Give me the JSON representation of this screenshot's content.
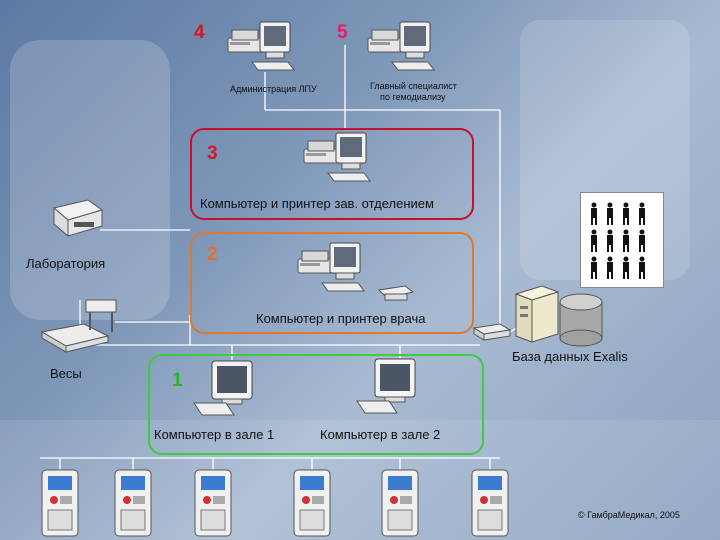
{
  "numbers": {
    "n1": "1",
    "n2": "2",
    "n3": "3",
    "n4": "4",
    "n5": "5"
  },
  "labels": {
    "admin": "Администрация ЛПУ",
    "chief_line1": "Главный специалист",
    "chief_line2": "по гемодиализу",
    "head_dept": "Компьютер и принтер зав. отделением",
    "lab": "Лаборатория",
    "doctor": "Компьютер и принтер врача",
    "database": "База данных Exalis",
    "scales": "Весы",
    "hall1": "Компьютер в зале 1",
    "hall2": "Компьютер в зале 2",
    "copyright": "© ГамбраМедикал, 2005"
  },
  "colors": {
    "level1": "#3ccc3c",
    "level2": "#e0782f",
    "level3": "#c8102e",
    "num_red": "#d0182a",
    "num_magenta": "#e01f6a",
    "num_green": "#25b825",
    "num_orange": "#e07030",
    "line": "#ffffff"
  },
  "icons": {
    "workstation": "workstation-icon",
    "printer": "printer-icon",
    "server": "server-icon",
    "database": "database-icon",
    "people": "people-icon",
    "dialysis": "dialysis-machine-icon",
    "scales": "scales-icon"
  }
}
